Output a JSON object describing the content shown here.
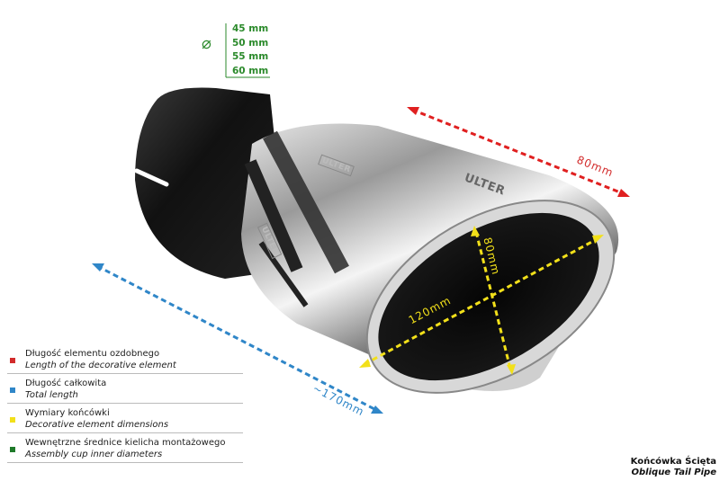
{
  "diameters": {
    "symbol": "⌀",
    "values": [
      "45 mm",
      "50 mm",
      "55 mm",
      "60 mm"
    ]
  },
  "dimensions": {
    "decorative_length": "80mm",
    "total_length": "~170mm",
    "tip_height": "80mm",
    "tip_width": "120mm"
  },
  "legend": [
    {
      "color": "#d22b2b",
      "pl": "Długość elementu ozdobnego",
      "en": "Length of the decorative element"
    },
    {
      "color": "#2f86c8",
      "pl": "Długość całkowita",
      "en": "Total length"
    },
    {
      "color": "#f2e01a",
      "pl": "Wymiary końcówki",
      "en": "Decorative element dimensions"
    },
    {
      "color": "#1f7a2a",
      "pl": "Wewnętrzne średnice kielicha montażowego",
      "en": "Assembly cup inner diameters"
    }
  ],
  "caption": {
    "pl": "Końcówka Ścięta",
    "en": "Oblique Tail Pipe"
  },
  "brand_marks": [
    "ULTER",
    "ULTER",
    "ULTER"
  ]
}
